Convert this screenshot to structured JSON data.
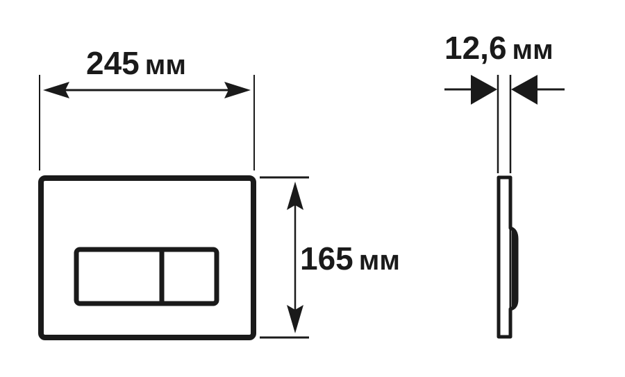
{
  "colors": {
    "ink": "#1a1a1a",
    "background": "#ffffff"
  },
  "front_view": {
    "width_dimension": {
      "value": "245",
      "unit": "мм"
    },
    "height_dimension": {
      "value": "165",
      "unit": "мм"
    },
    "buttons": [
      "large-flush-button",
      "small-flush-button"
    ]
  },
  "side_view": {
    "depth_dimension": {
      "value": "12,6",
      "unit": "мм"
    }
  }
}
